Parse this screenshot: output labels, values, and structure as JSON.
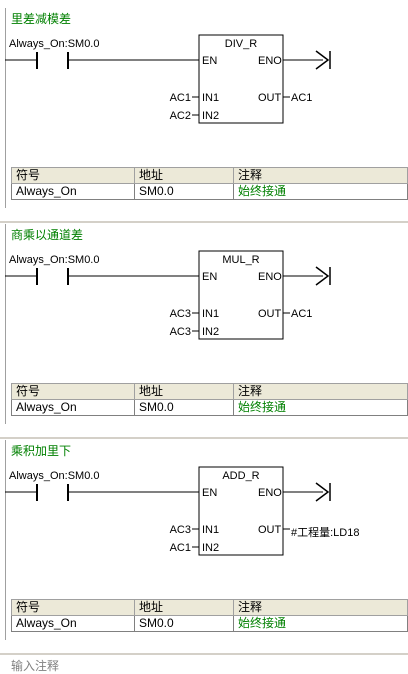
{
  "networks": [
    {
      "title": "里差减模差",
      "contact": "Always_On:SM0.0",
      "box": {
        "name": "DIV_R",
        "en": "EN",
        "eno": "ENO",
        "in1_label": "IN1",
        "in2_label": "IN2",
        "out_label": "OUT",
        "in1": "AC1",
        "in2": "AC2",
        "out": "AC1"
      },
      "table": {
        "headers": [
          "符号",
          "地址",
          "注释"
        ],
        "rows": [
          [
            "Always_On",
            "SM0.0",
            "始终接通"
          ]
        ]
      }
    },
    {
      "title": "商乘以通道差",
      "contact": "Always_On:SM0.0",
      "box": {
        "name": "MUL_R",
        "en": "EN",
        "eno": "ENO",
        "in1_label": "IN1",
        "in2_label": "IN2",
        "out_label": "OUT",
        "in1": "AC3",
        "in2": "AC3",
        "out": "AC1"
      },
      "table": {
        "headers": [
          "符号",
          "地址",
          "注释"
        ],
        "rows": [
          [
            "Always_On",
            "SM0.0",
            "始终接通"
          ]
        ]
      }
    },
    {
      "title": "乘积加里下",
      "contact": "Always_On:SM0.0",
      "box": {
        "name": "ADD_R",
        "en": "EN",
        "eno": "ENO",
        "in1_label": "IN1",
        "in2_label": "IN2",
        "out_label": "OUT",
        "in1": "AC3",
        "in2": "AC1",
        "out": "#工程量:LD18"
      },
      "table": {
        "headers": [
          "符号",
          "地址",
          "注释"
        ],
        "rows": [
          [
            "Always_On",
            "SM0.0",
            "始终接通"
          ]
        ]
      }
    }
  ],
  "footer": {
    "label": "输入注释"
  },
  "colors": {
    "title": "#008000",
    "comment": "#008000",
    "header_bg": "#ece9d8"
  }
}
